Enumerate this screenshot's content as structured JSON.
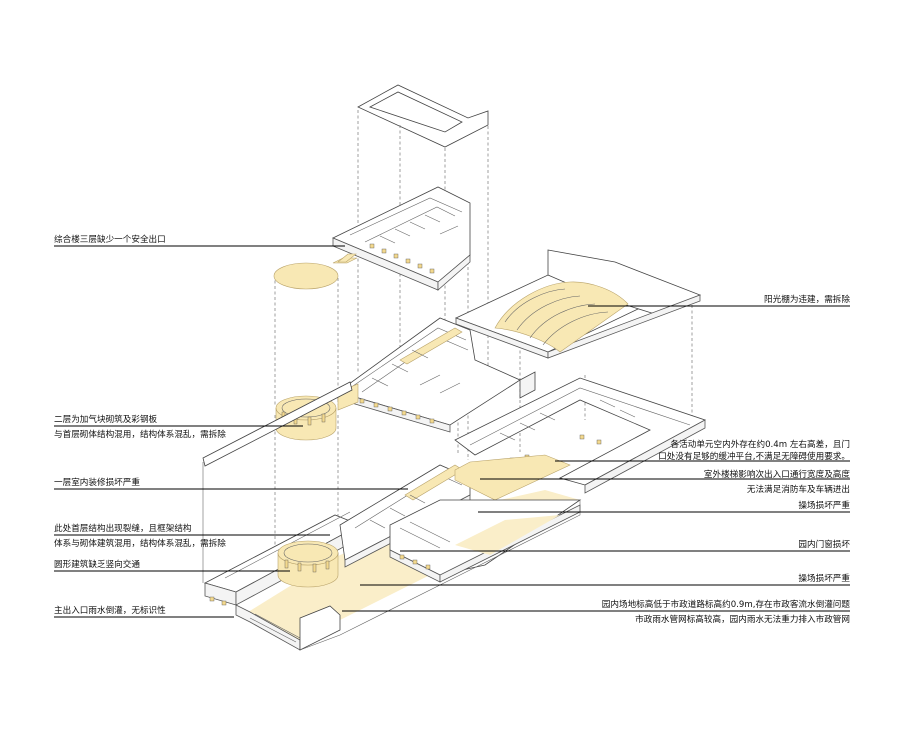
{
  "colors": {
    "highlight": "#f8e8b4",
    "highlight_light": "#faeec9",
    "line": "#444444",
    "leader": "#000000"
  },
  "annotations": [
    {
      "id": "third-floor-exit",
      "side": "left",
      "lines": [
        "综合楼三层缺少一个安全出口"
      ]
    },
    {
      "id": "second-floor-structure",
      "side": "left",
      "lines": [
        "二层为加气块砌筑及彩钢板",
        "与首层砌体结构混用，结构体系混乱，需拆除"
      ]
    },
    {
      "id": "ground-floor-interior",
      "side": "left",
      "lines": [
        "一层室内装修损坏严重"
      ]
    },
    {
      "id": "ground-floor-cracks",
      "side": "left",
      "lines": [
        "此处首层结构出现裂缝，且框架结构",
        "体系与砌体建筑混用，结构体系混乱，需拆除"
      ]
    },
    {
      "id": "round-building-traffic",
      "side": "left",
      "lines": [
        "圆形建筑缺乏竖向交通"
      ]
    },
    {
      "id": "main-entrance",
      "side": "left",
      "lines": [
        "主出入口雨水倒灌，无标识性"
      ]
    },
    {
      "id": "sunshade",
      "side": "right",
      "lines": [
        "阳光棚为违建，需拆除"
      ]
    },
    {
      "id": "height-difference",
      "side": "right",
      "lines": [
        "各活动单元空内外存在约0.4m 左右高差，且门",
        "口处没有足够的缓冲平台,不满足无障碍使用要求。"
      ]
    },
    {
      "id": "outdoor-stair",
      "side": "right",
      "lines": [
        "室外楼梯影响次出入口通行宽度及高度",
        "无法满足消防车及车辆进出"
      ]
    },
    {
      "id": "yard-damage-1",
      "side": "right",
      "lines": [
        "操场损坏严重"
      ]
    },
    {
      "id": "doors-windows",
      "side": "right",
      "lines": [
        "园内门窗损坏"
      ]
    },
    {
      "id": "yard-damage-2",
      "side": "right",
      "lines": [
        "操场损坏严重"
      ]
    },
    {
      "id": "drainage",
      "side": "right",
      "lines": [
        "园内场地标高低于市政道路标高约0.9m,存在市政客流水倒灌问题",
        "市政雨水管网标高较高，园内雨水无法重力排入市政管网"
      ]
    }
  ]
}
